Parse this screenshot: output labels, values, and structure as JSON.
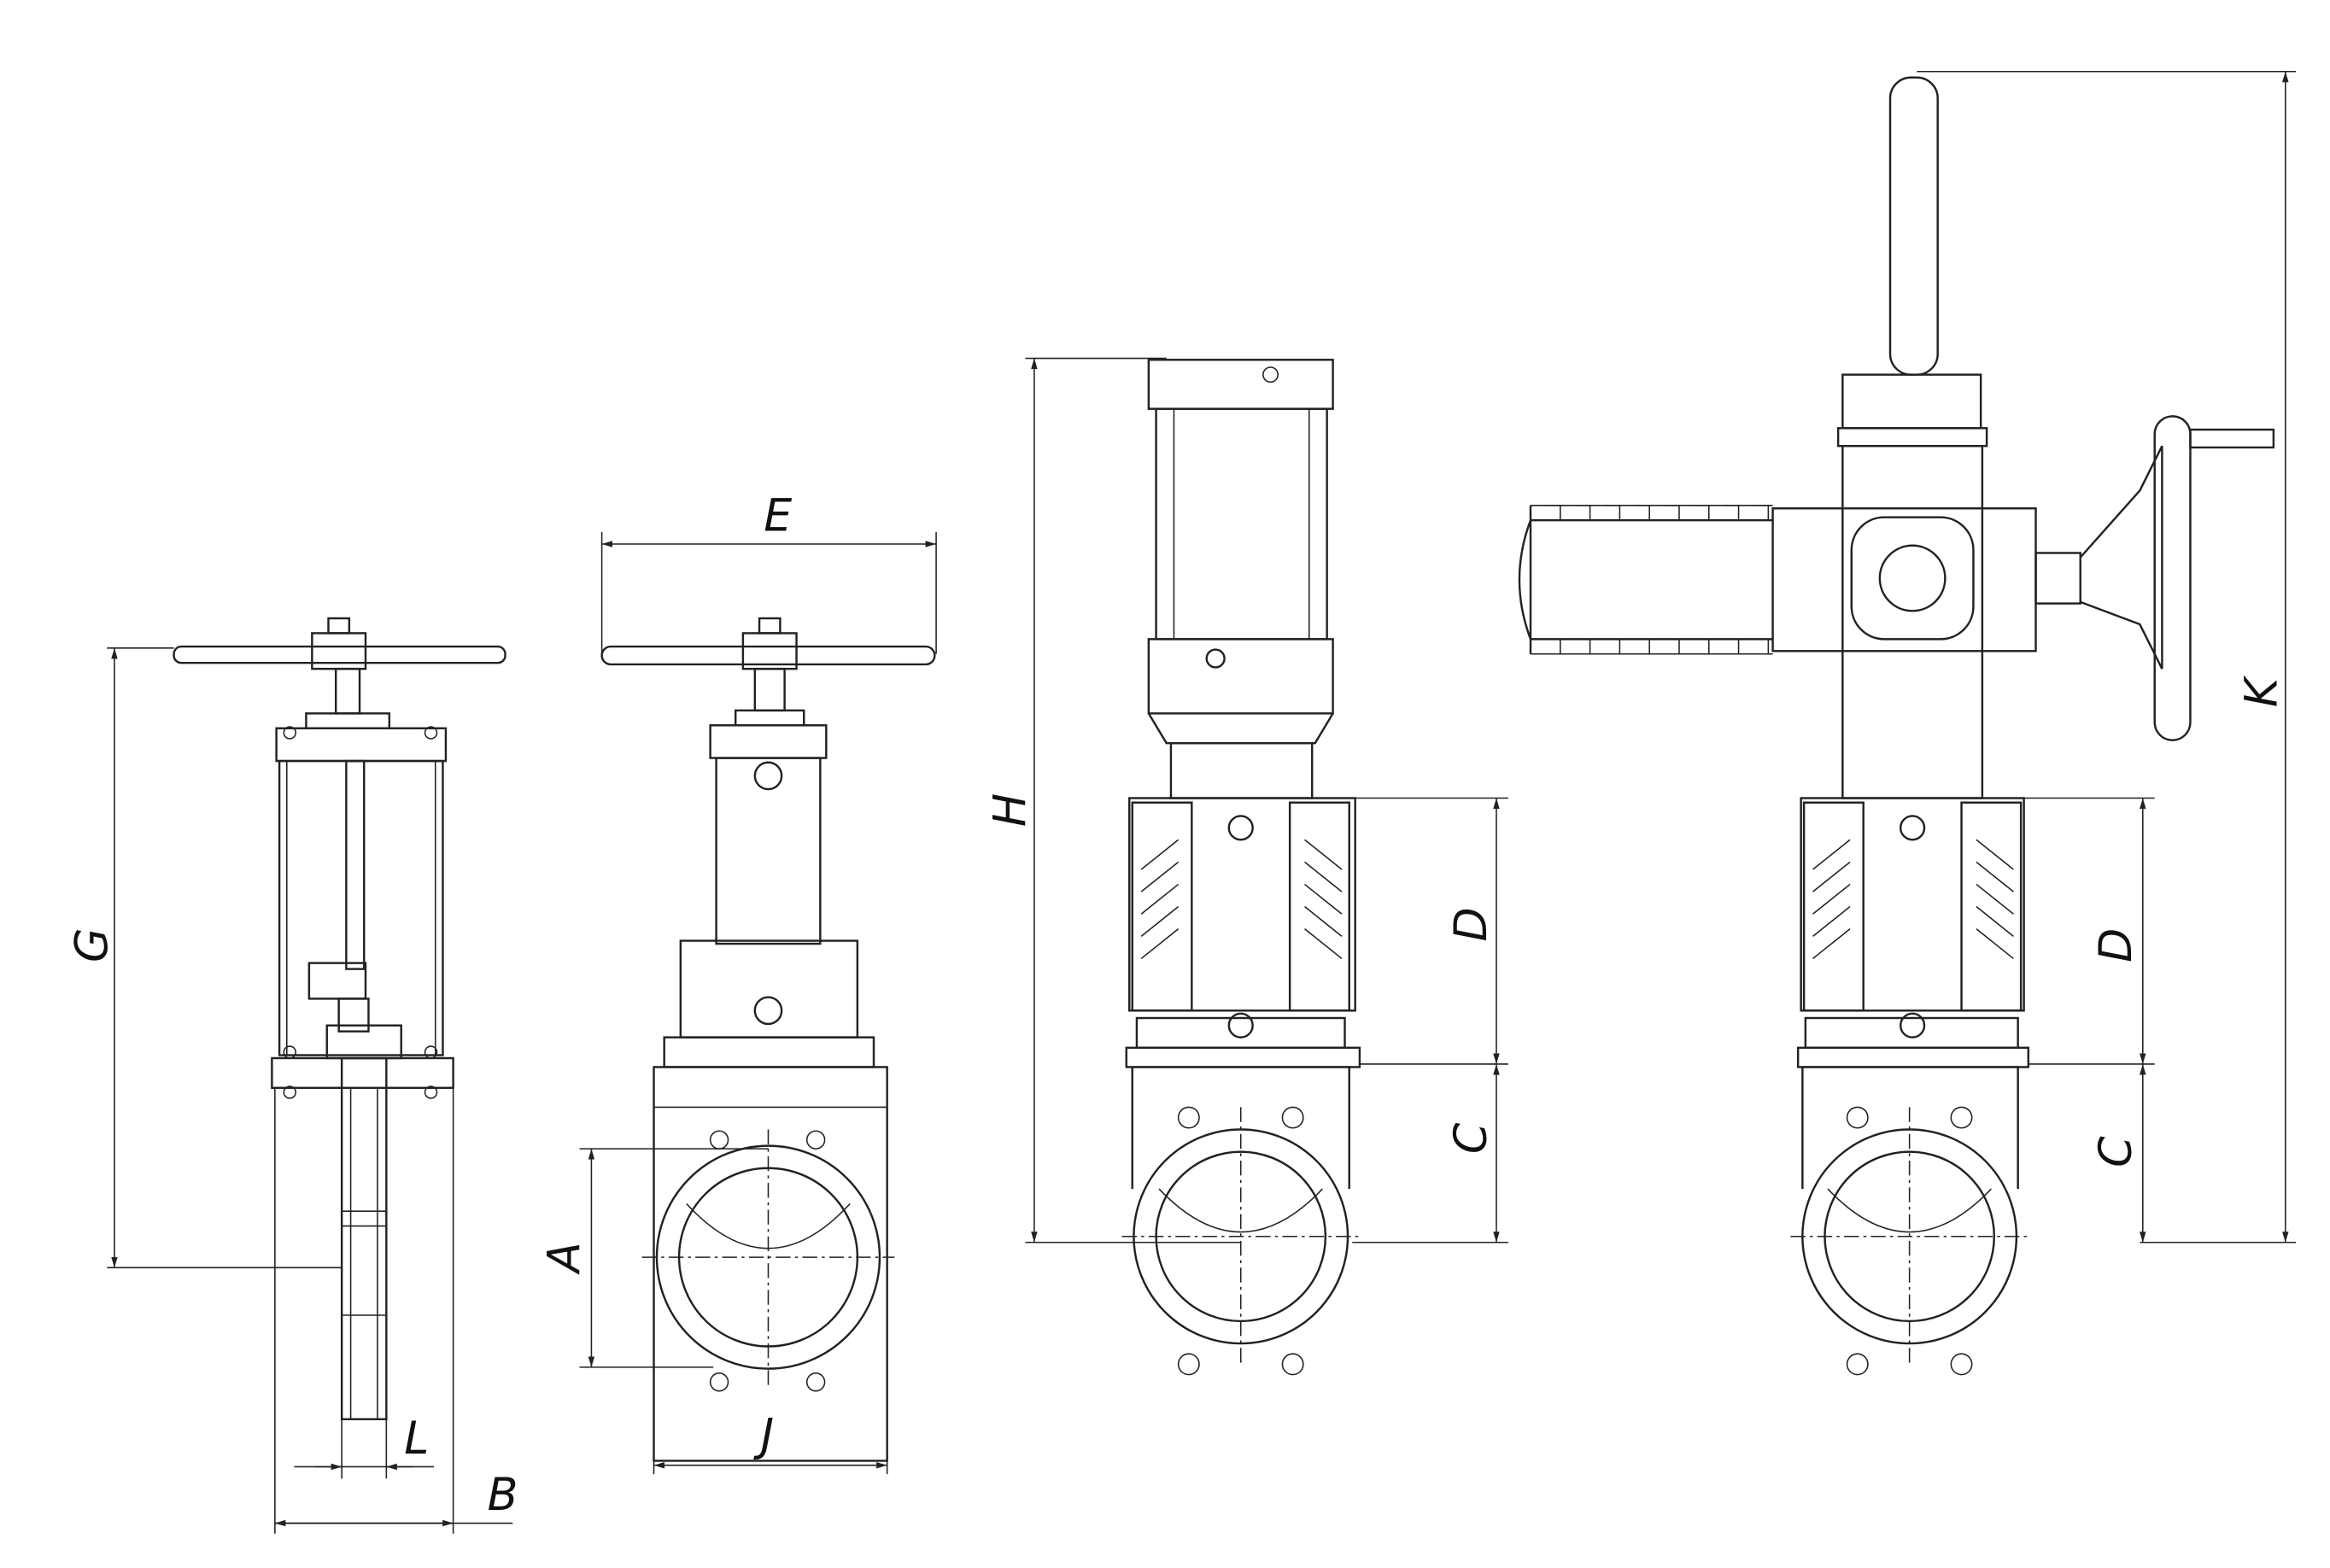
{
  "drawing": {
    "views": [
      "manual-side",
      "manual-front",
      "pneumatic-front",
      "electric-front"
    ],
    "dimension_labels": {
      "G": "G",
      "L": "L",
      "B": "B",
      "E": "E",
      "A": "A",
      "J": "J",
      "H": "H",
      "D1": "D",
      "C1": "C",
      "K": "K",
      "D2": "D",
      "C2": "C"
    }
  }
}
